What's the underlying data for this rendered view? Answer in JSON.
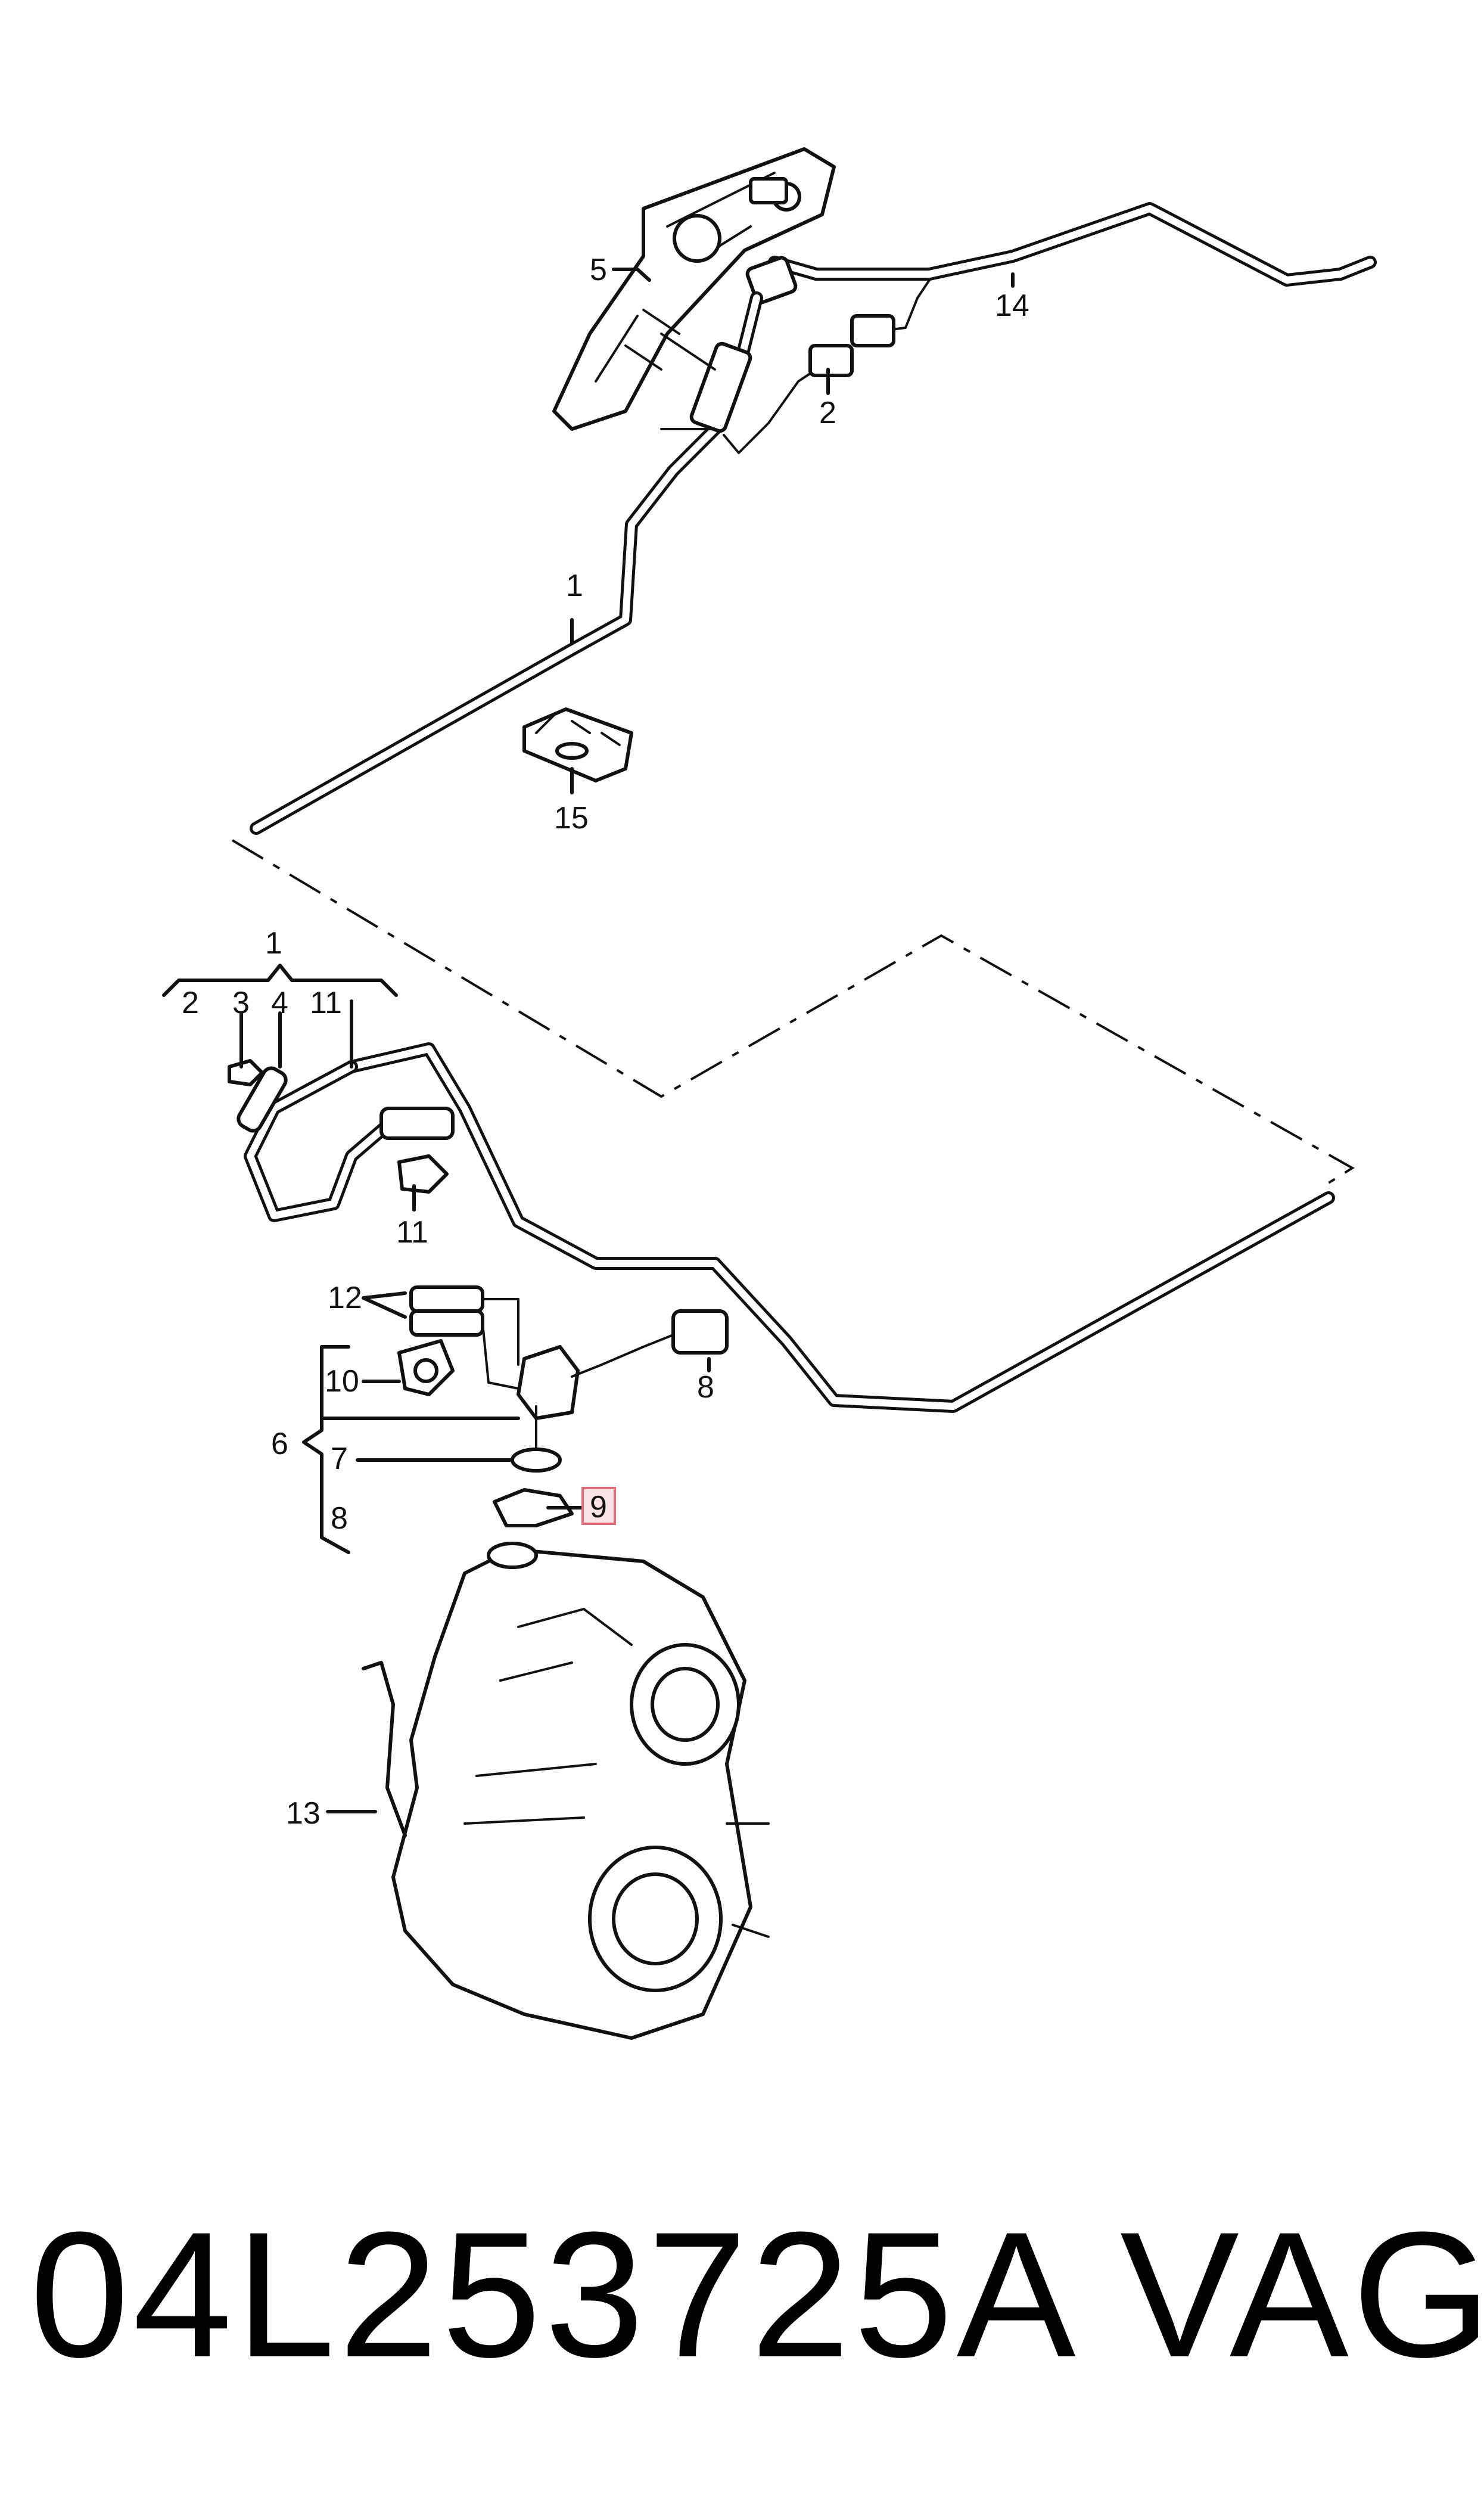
{
  "callouts": {
    "c1_top": "1",
    "c2_top": "2",
    "c5": "5",
    "c14": "14",
    "c15": "15",
    "c1_group": "1",
    "c2_group": "2",
    "c3": "3",
    "c4": "4",
    "c11_group": "11",
    "c11": "11",
    "c12": "12",
    "c10": "10",
    "c6": "6",
    "c7": "7",
    "c8_group": "8",
    "c8": "8",
    "c9": "9",
    "c13": "13"
  },
  "highlight": {
    "callout": "9",
    "color": "#e36b7a",
    "fill": "#fbe3e6"
  },
  "footer": {
    "part_number": "04L253725A",
    "brand": "VAG"
  }
}
